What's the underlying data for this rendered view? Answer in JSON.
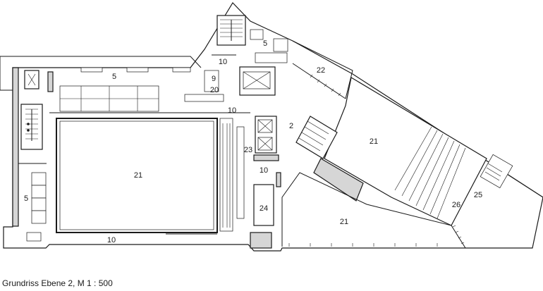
{
  "caption": "Grundriss Ebene 2, M 1 : 500",
  "room_labels": [
    {
      "id": "r5a",
      "text": "5"
    },
    {
      "id": "r5b",
      "text": "5"
    },
    {
      "id": "r5c",
      "text": "5"
    },
    {
      "id": "r10a",
      "text": "10"
    },
    {
      "id": "r9",
      "text": "9"
    },
    {
      "id": "r20",
      "text": "20"
    },
    {
      "id": "r10b",
      "text": "10"
    },
    {
      "id": "r22",
      "text": "22"
    },
    {
      "id": "r2",
      "text": "2"
    },
    {
      "id": "r21a",
      "text": "21"
    },
    {
      "id": "r21b",
      "text": "21"
    },
    {
      "id": "r21c",
      "text": "21"
    },
    {
      "id": "r23",
      "text": "23"
    },
    {
      "id": "r10c",
      "text": "10"
    },
    {
      "id": "r24",
      "text": "24"
    },
    {
      "id": "r10d",
      "text": "10"
    },
    {
      "id": "r26",
      "text": "26"
    },
    {
      "id": "r25",
      "text": "25"
    }
  ]
}
